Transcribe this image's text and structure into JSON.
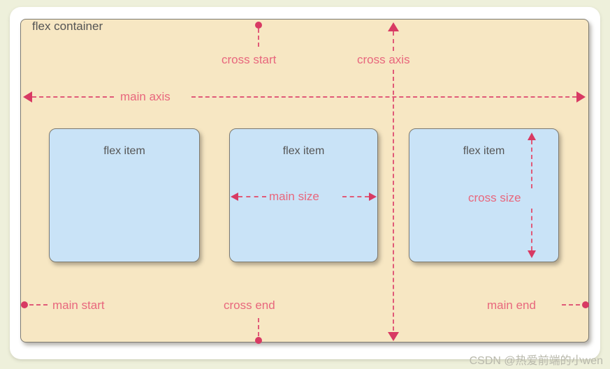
{
  "diagram": {
    "title": "flex container",
    "colors": {
      "page_background": "#eef0db",
      "mat": "#ffffff",
      "container_fill": "#f7e7c3",
      "container_border": "#7d7a70",
      "item_fill": "#c9e3f7",
      "item_border": "#7d7a70",
      "annotation_red": "#e05a78",
      "marker_red": "#d83a63",
      "label_gray": "#555555",
      "watermark_gray": "#b9b9ac"
    },
    "container_label": "flex container",
    "items": [
      {
        "label": "flex item"
      },
      {
        "label": "flex item"
      },
      {
        "label": "flex item"
      }
    ],
    "annotations": {
      "main_axis": "main axis",
      "cross_axis": "cross axis",
      "cross_start": "cross start",
      "cross_end": "cross end",
      "main_start": "main start",
      "main_end": "main end",
      "main_size": "main size",
      "cross_size": "cross size"
    }
  },
  "watermark": {
    "text": "CSDN @热爱前端的小wen"
  }
}
